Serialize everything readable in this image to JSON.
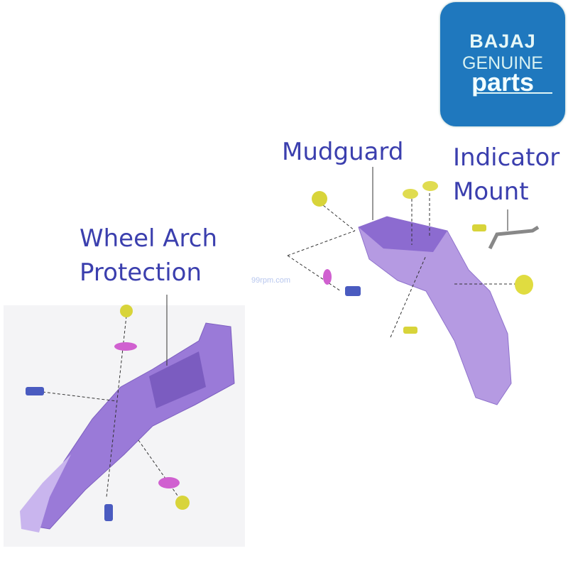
{
  "logo": {
    "brand": "BAJAJ",
    "line2": "GENUINE",
    "line3": "parts"
  },
  "labels": {
    "mudguard": "Mudguard",
    "indicator_mount_1": "Indicator",
    "indicator_mount_2": "Mount",
    "wheel_arch_1": "Wheel Arch",
    "wheel_arch_2": "Protection"
  },
  "watermark": "99rpm.com",
  "colors": {
    "label": "#3b3fae",
    "logo_bg": "#1f78be",
    "part": "#9a7ad8",
    "bolt": "#4a5bc0",
    "nut": "#d8d43a",
    "washer": "#d060d0"
  }
}
